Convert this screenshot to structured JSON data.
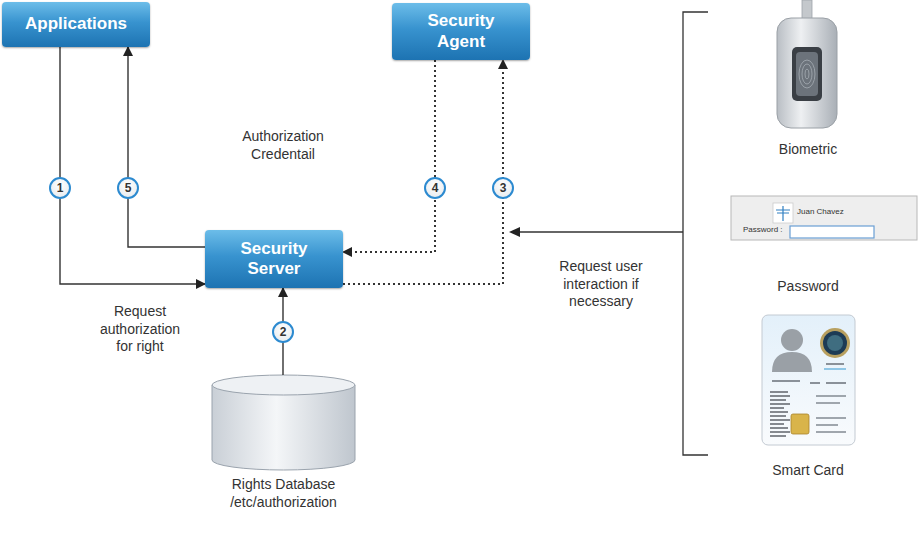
{
  "diagram": {
    "nodes": [
      {
        "text": [
          "Applications"
        ]
      },
      {
        "text": [
          "Security Agent"
        ]
      },
      {
        "text": [
          "Security Server"
        ]
      },
      {
        "text": [
          "Rights Database /etc/authorization"
        ]
      },
      {
        "text": [
          "Biometric"
        ]
      },
      {
        "text": [
          "Juan Chavez",
          "Password :",
          "Password"
        ]
      },
      {
        "text": [
          "Smart Card"
        ]
      }
    ],
    "edges": [
      {
        "from": 0,
        "to": 2,
        "arrow": "to"
      },
      {
        "from": 2,
        "to": 0,
        "arrow": "to"
      },
      {
        "from": 3,
        "to": 2,
        "arrow": "to"
      },
      {
        "from": 2,
        "to": 1,
        "arrow": "to"
      },
      {
        "from": 1,
        "to": 2,
        "arrow": "to"
      }
    ],
    "labels": [
      "Authorization Credentail",
      "1",
      "5",
      "4",
      "3",
      "2",
      "Request authorization for right",
      "Request user interaction if necessary"
    ]
  }
}
